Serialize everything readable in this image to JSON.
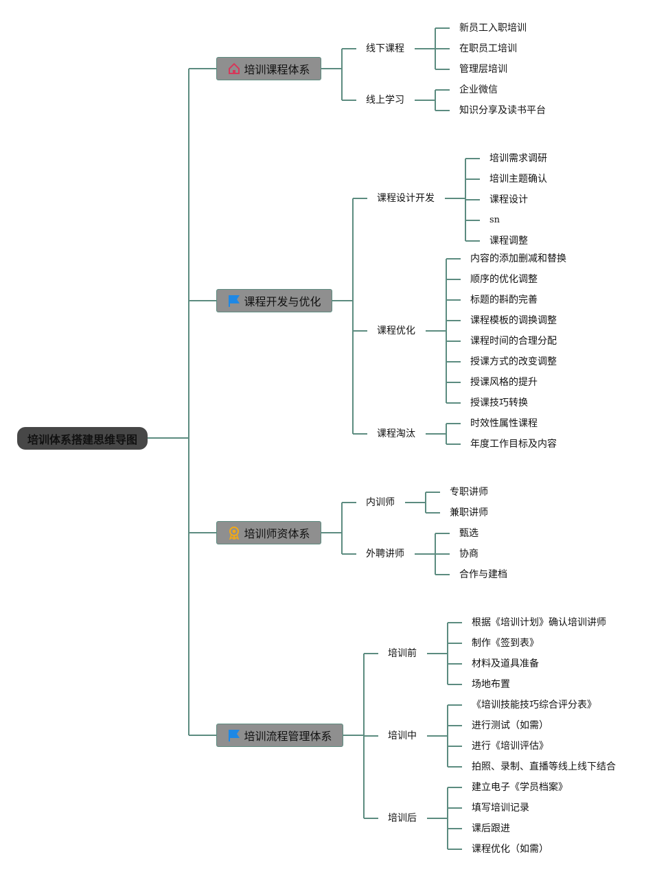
{
  "root": {
    "label": "培训体系搭建思维导图"
  },
  "branches": [
    {
      "label": "培训课程体系",
      "icon": "home-icon",
      "icon_color": "#d6385a",
      "children": [
        {
          "label": "线下课程",
          "items": [
            "新员工入职培训",
            "在职员工培训",
            "管理层培训"
          ]
        },
        {
          "label": "线上学习",
          "items": [
            "企业微信",
            "知识分享及读书平台"
          ]
        }
      ]
    },
    {
      "label": "课程开发与优化",
      "icon": "flag-icon",
      "icon_color": "#1e88e5",
      "children": [
        {
          "label": "课程设计开发",
          "items": [
            "培训需求调研",
            "培训主题确认",
            "课程设计",
            "sn",
            "课程调整"
          ]
        },
        {
          "label": "课程优化",
          "items": [
            "内容的添加删减和替换",
            "顺序的优化调整",
            "标题的斟酌完善",
            "课程模板的调换调整",
            "课程时间的合理分配",
            "授课方式的改变调整",
            "授课风格的提升",
            "授课技巧转换"
          ]
        },
        {
          "label": "课程淘汰",
          "items": [
            "时效性属性课程",
            "年度工作目标及内容"
          ]
        }
      ]
    },
    {
      "label": "培训师资体系",
      "icon": "medal-icon",
      "icon_color": "#f0a818",
      "children": [
        {
          "label": "内训师",
          "items": [
            "专职讲师",
            "兼职讲师"
          ]
        },
        {
          "label": "外聘讲师",
          "items": [
            "甄选",
            "协商",
            "合作与建档"
          ]
        }
      ]
    },
    {
      "label": "培训流程管理体系",
      "icon": "flag-icon",
      "icon_color": "#1e88e5",
      "children": [
        {
          "label": "培训前",
          "items": [
            "根据《培训计划》确认培训讲师",
            "制作《签到表》",
            "材料及道具准备",
            "场地布置"
          ]
        },
        {
          "label": "培训中",
          "items": [
            "《培训技能技巧综合评分表》",
            "进行测试（如需）",
            "进行《培训评估》",
            "拍照、录制、直播等线上线下结合"
          ]
        },
        {
          "label": "培训后",
          "items": [
            "建立电子《学员档案》",
            "填写培训记录",
            "课后跟进",
            "课程优化（如需）"
          ]
        }
      ]
    }
  ],
  "colors": {
    "connector": "#5b8b7f",
    "root_bg": "#474747",
    "branch_bg": "#8f8f8f"
  }
}
